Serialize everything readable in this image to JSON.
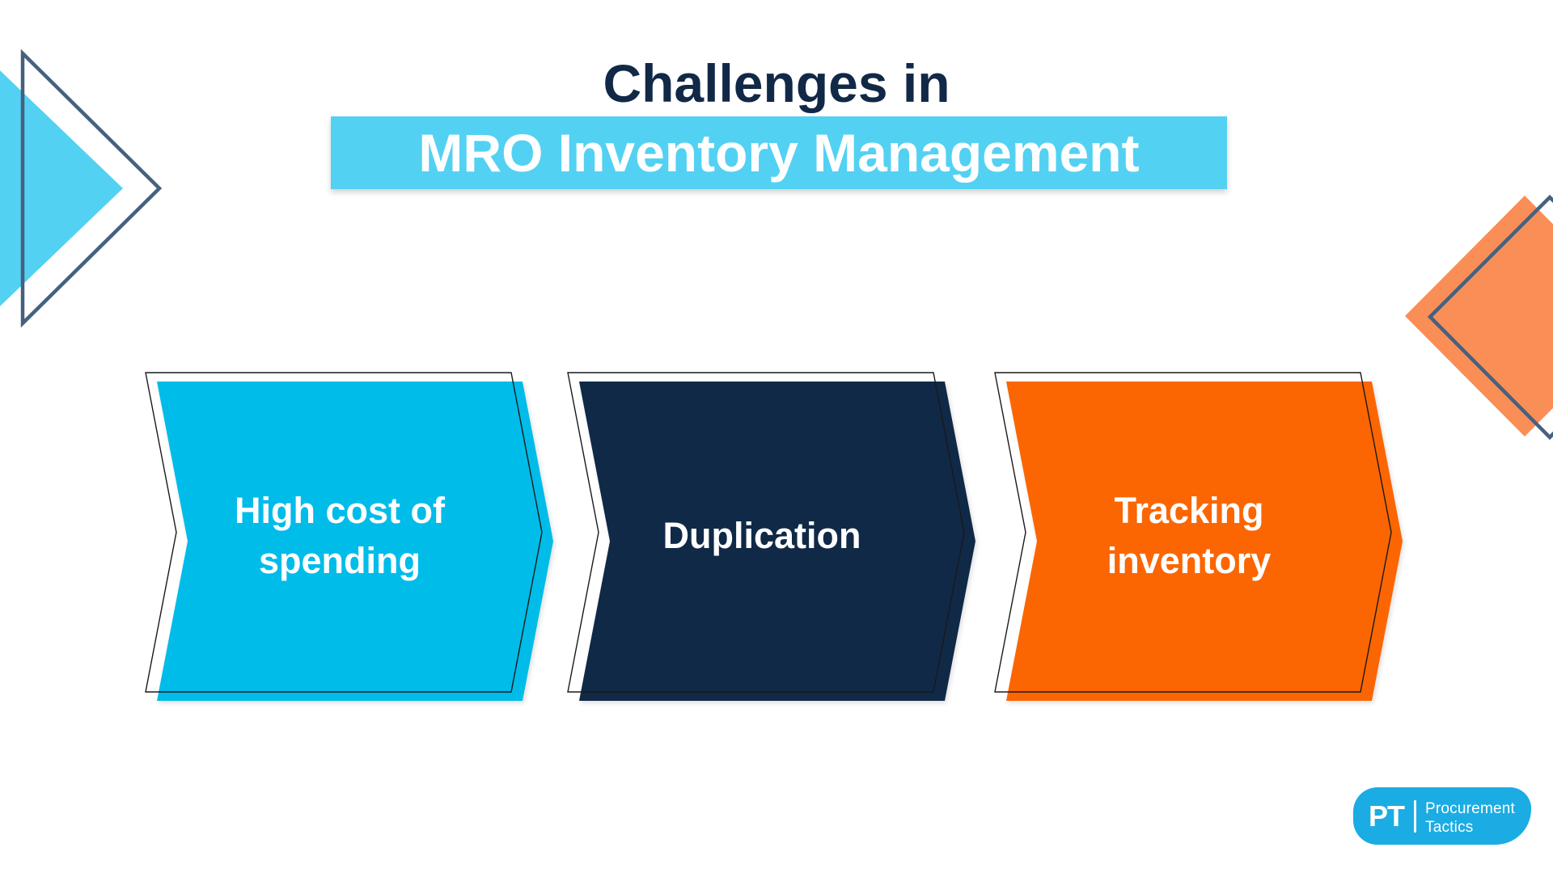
{
  "slide": {
    "title_line1": "Challenges in",
    "title_line2": "MRO Inventory Management"
  },
  "chevrons": [
    {
      "lines": [
        "High cost of",
        "spending"
      ],
      "color": "#00BCE9"
    },
    {
      "lines": [
        "Duplication"
      ],
      "color": "#102947"
    },
    {
      "lines": [
        "Tracking",
        "inventory"
      ],
      "color": "#FB6602"
    }
  ],
  "logo": {
    "monogram": "PT",
    "name_line1": "Procurement",
    "name_line2": "Tactics",
    "bg_color": "#1BACE4"
  },
  "decorations": {
    "banner_bg": "#53D1F3",
    "title_color": "#112947",
    "triangle_fill": "#53D1F3",
    "triangle_outline": "#45617F",
    "diamond_fill": "#F98E57",
    "diamond_outline": "#45617F",
    "chevron_outline": "#1A1A1A"
  }
}
